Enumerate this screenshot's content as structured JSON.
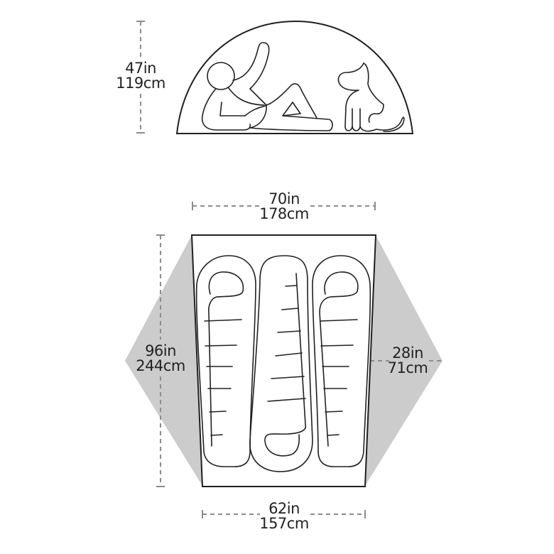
{
  "colors": {
    "line": "#231f20",
    "vestibule_fill": "#cccccc",
    "dim_line": "#8c8c8c",
    "background": "#ffffff"
  },
  "side_view": {
    "height_in": "47in",
    "height_cm": "119cm",
    "figures": [
      "person-reclining",
      "dog-sitting"
    ]
  },
  "floor_plan": {
    "top_width_in": "70in",
    "top_width_cm": "178cm",
    "length_in": "96in",
    "length_cm": "244cm",
    "vestibule_depth_in": "28in",
    "vestibule_depth_cm": "71cm",
    "bottom_width_in": "62in",
    "bottom_width_cm": "157cm",
    "sleeping_bags": 3
  }
}
